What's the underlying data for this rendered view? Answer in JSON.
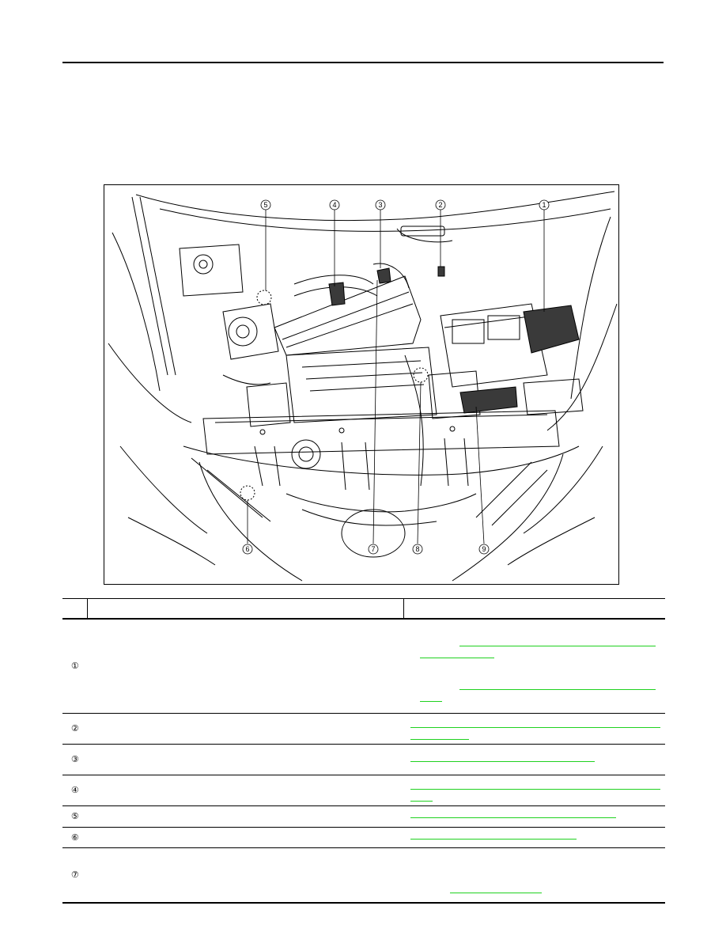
{
  "figure": {
    "callouts_top": [
      "5",
      "4",
      "3",
      "2",
      "1"
    ],
    "callouts_bottom": [
      "6",
      "7",
      "8",
      "9"
    ]
  },
  "table": {
    "rows": [
      {
        "no": "①"
      },
      {
        "no": "②"
      },
      {
        "no": "③"
      },
      {
        "no": "④"
      },
      {
        "no": "⑤"
      },
      {
        "no": "⑥"
      },
      {
        "no": "⑦"
      }
    ]
  },
  "colors": {
    "rule": "#000000",
    "link": "#1fd11f",
    "highlight_fill": "#3a3a3a"
  }
}
